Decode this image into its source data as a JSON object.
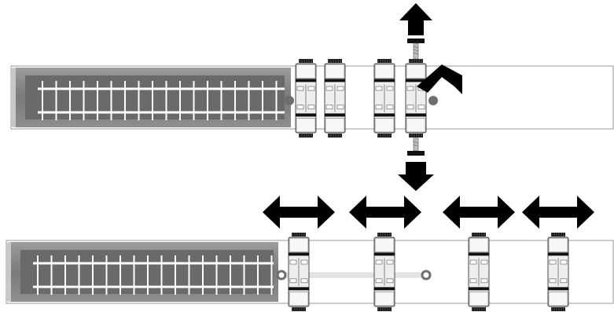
{
  "colors": {
    "background": "#ffffff",
    "rail_body": "#ffffff",
    "rail_outline": "#9a9a9a",
    "carriage_dark": "#6e6e6e",
    "carriage_mid": "#8a8a8a",
    "carriage_light": "#a8a8a8",
    "track": "#ffffff",
    "clamp_fill": "#eeeeee",
    "clamp_stroke": "#4a4a4a",
    "clamp_band": "#111111",
    "pivot": "#6e6e6e",
    "link_bar": "#e4e4e4",
    "arrow": "#000000"
  },
  "icons": {
    "move_up": "arrow-up-icon",
    "move_down": "arrow-down-icon",
    "rotate_corner": "corner-arrow-icon",
    "spread": "double-arrow-icon"
  },
  "top_assembly": {
    "clamp_count": 4,
    "pivot_count": 2
  },
  "bottom_assembly": {
    "clamp_count": 4,
    "pivot_count": 2,
    "double_arrow_count": 4
  }
}
